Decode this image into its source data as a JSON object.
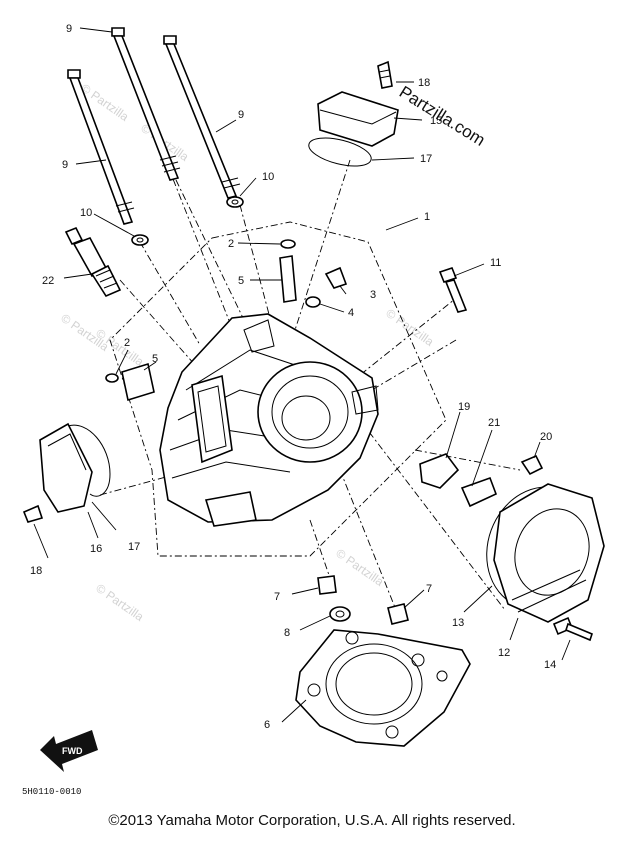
{
  "callouts": {
    "c1": "1",
    "c2a": "2",
    "c2b": "2",
    "c3": "3",
    "c4": "4",
    "c5a": "5",
    "c5b": "5",
    "c6": "6",
    "c7a": "7",
    "c7b": "7",
    "c8": "8",
    "c9a": "9",
    "c9b": "9",
    "c9c": "9",
    "c10a": "10",
    "c10b": "10",
    "c11": "11",
    "c12": "12",
    "c13": "13",
    "c14": "14",
    "c15": "15",
    "c16": "16",
    "c17a": "17",
    "c17b": "17",
    "c18a": "18",
    "c18b": "18",
    "c19": "19",
    "c20": "20",
    "c21": "21",
    "c22": "22"
  },
  "watermark": {
    "brand": "© Partzilla",
    "brand_large": "Partzilla.com"
  },
  "fwd_label": "FWD",
  "diagram_code": "5H0110-0010",
  "copyright": "©2013 Yamaha Motor Corporation, U.S.A. All rights reserved."
}
